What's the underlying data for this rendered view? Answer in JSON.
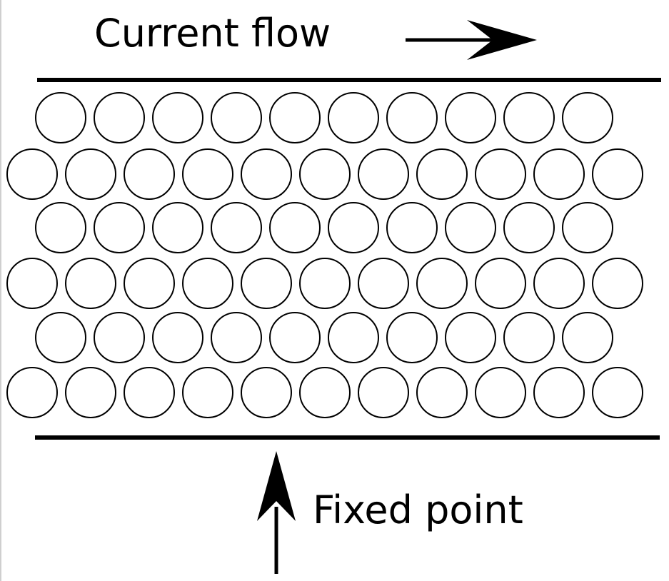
{
  "labels": {
    "current_flow": "Current flow",
    "fixed_point": "Fixed point"
  },
  "colors": {
    "stroke": "#000000",
    "fill": "#ffffff",
    "border": "#cfcfcf"
  },
  "icons": {
    "flow_arrow": "right-arrow-icon",
    "fixed_point_arrow": "up-arrow-icon"
  },
  "particle_rows": [
    10,
    11,
    10,
    11,
    10,
    11
  ]
}
